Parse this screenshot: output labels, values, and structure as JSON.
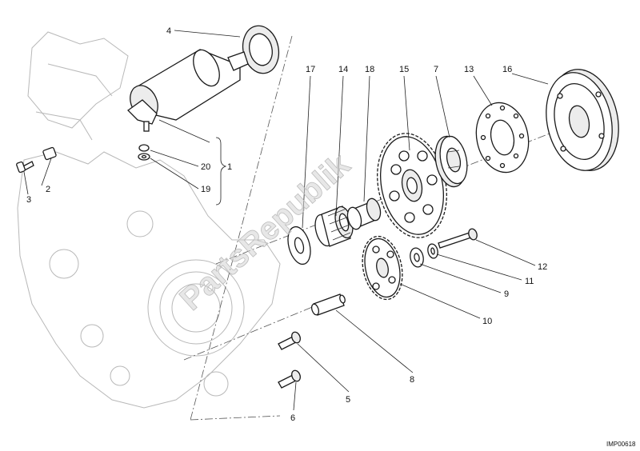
{
  "diagram": {
    "code": "IMP00618",
    "watermark": "PartsRepublik",
    "callouts": [
      "1",
      "2",
      "3",
      "4",
      "5",
      "6",
      "7",
      "8",
      "9",
      "10",
      "11",
      "12",
      "13",
      "14",
      "15",
      "16",
      "17",
      "18",
      "19",
      "20"
    ]
  }
}
